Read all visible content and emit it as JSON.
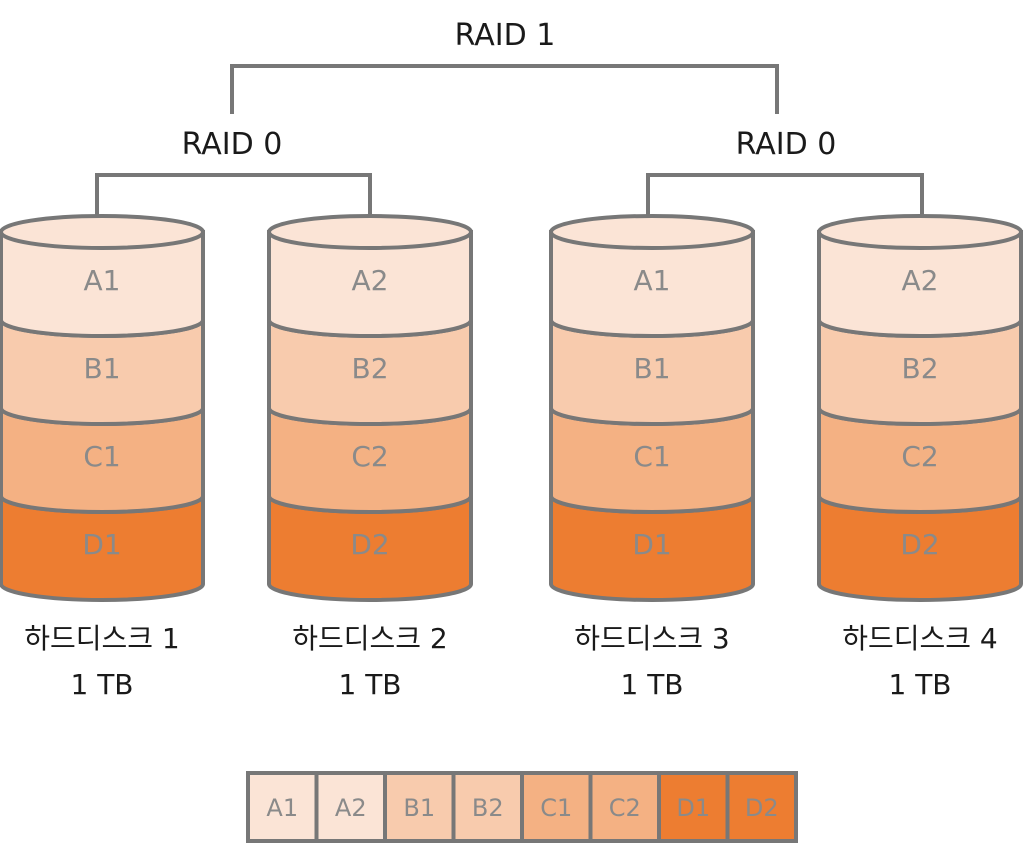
{
  "top_label": "RAID 1",
  "group_label": "RAID 0",
  "colors": {
    "line": "#777777",
    "A": "#fbe4d6",
    "B": "#f8cbad",
    "C": "#f4b183",
    "D": "#ed7d31",
    "text_block": "#8a8a8a",
    "text_dark": "#1a1a1a"
  },
  "groups": [
    {
      "label": "RAID 0"
    },
    {
      "label": "RAID 0"
    }
  ],
  "disks": [
    {
      "name": "하드디스크 1",
      "capacity": "1 TB",
      "blocks": [
        "A1",
        "B1",
        "C1",
        "D1"
      ]
    },
    {
      "name": "하드디스크 2",
      "capacity": "1 TB",
      "blocks": [
        "A2",
        "B2",
        "C2",
        "D2"
      ]
    },
    {
      "name": "하드디스크 3",
      "capacity": "1 TB",
      "blocks": [
        "A1",
        "B1",
        "C1",
        "D1"
      ]
    },
    {
      "name": "하드디스크 4",
      "capacity": "1 TB",
      "blocks": [
        "A2",
        "B2",
        "C2",
        "D2"
      ]
    }
  ],
  "sequence": [
    "A1",
    "A2",
    "B1",
    "B2",
    "C1",
    "C2",
    "D1",
    "D2"
  ]
}
